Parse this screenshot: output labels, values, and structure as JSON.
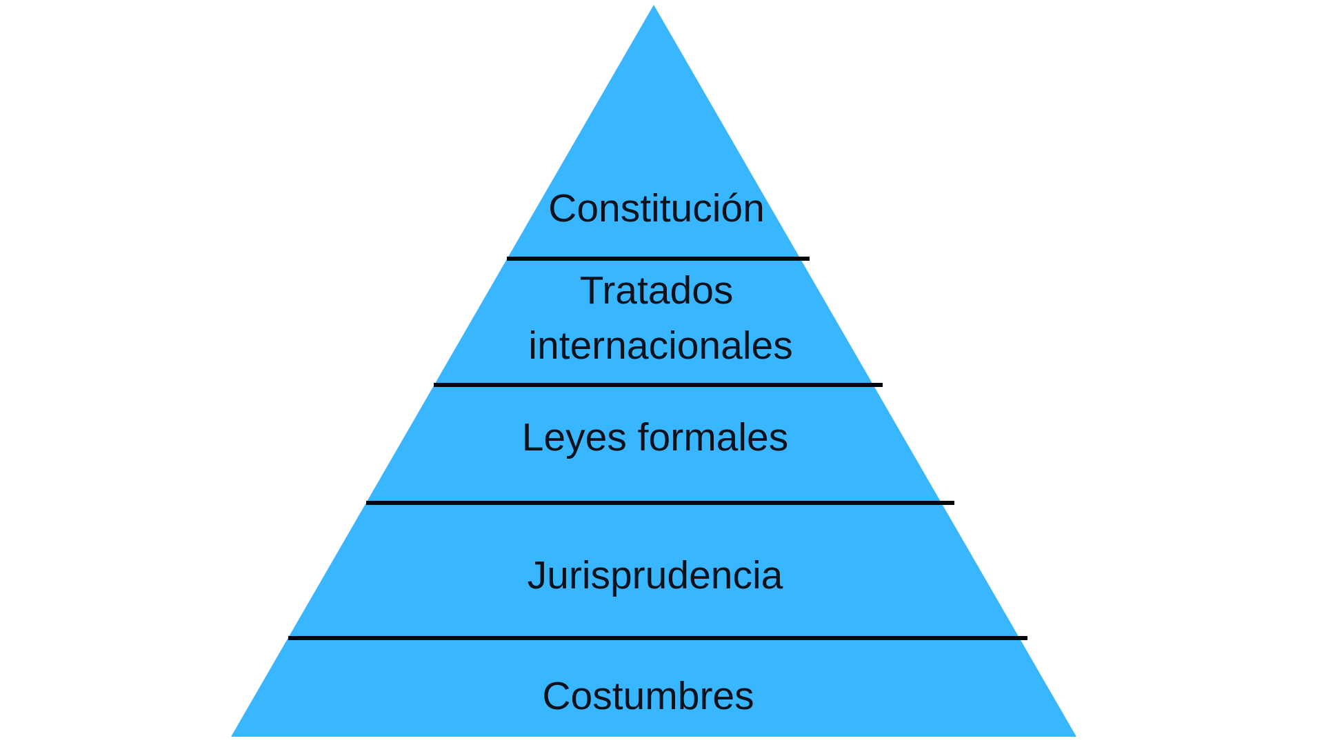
{
  "diagram": {
    "type": "pyramid",
    "description": "hierarchy-of-legal-norms-pyramid",
    "levels": [
      {
        "rank": 1,
        "label": "Constitución",
        "lines": [
          "Constitución"
        ]
      },
      {
        "rank": 2,
        "label": "Tratados internacionales",
        "lines": [
          "Tratados",
          "internacionales"
        ]
      },
      {
        "rank": 3,
        "label": "Leyes formales",
        "lines": [
          "Leyes formales"
        ]
      },
      {
        "rank": 4,
        "label": "Jurisprudencia",
        "lines": [
          "Jurisprudencia"
        ]
      },
      {
        "rank": 5,
        "label": "Costumbres",
        "lines": [
          "Costumbres"
        ]
      }
    ],
    "colors": {
      "pyramid_fill": "#38b6ff",
      "divider": "#01070d",
      "text": "#0b121c",
      "background": "#ffffff"
    }
  }
}
